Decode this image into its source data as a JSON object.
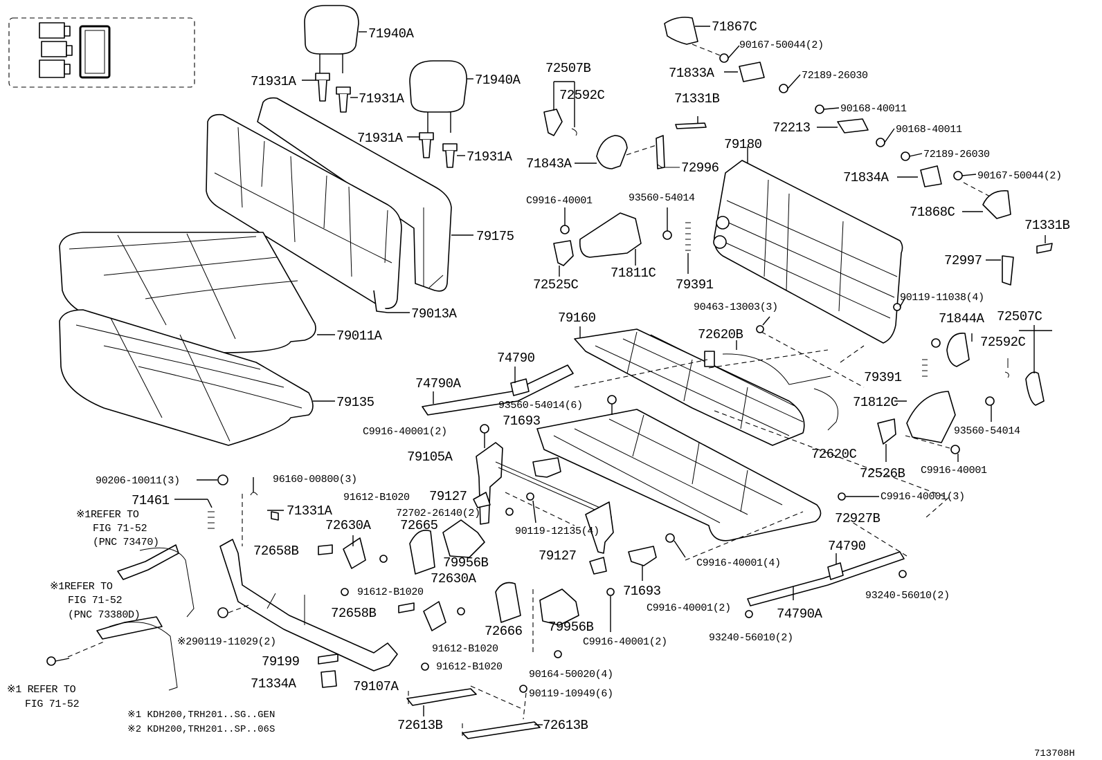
{
  "diagram_ref": "713708H",
  "labels": {
    "hr1": "71940A",
    "hr2": "71940A",
    "g1": "71931A",
    "g2": "71931A",
    "g3": "71931A",
    "g4": "71931A",
    "back_cover": "79175",
    "back_tab": "79013A",
    "cushion_cover": "79011A",
    "cushion_pad": "79135",
    "c_72507B": "72507B",
    "c_72592C": "72592C",
    "c_71843A": "71843A",
    "c_72996": "72996",
    "c_71867C": "71867C",
    "c_90167a": "90167-50044(2)",
    "c_71833A": "71833A",
    "c_72189a": "72189-26030",
    "c_71331B_a": "71331B",
    "c_90168a": "90168-40011",
    "c_72213": "72213",
    "c_90168b": "90168-40011",
    "c_79180": "79180",
    "c_72189b": "72189-26030",
    "c_71834A": "71834A",
    "c_90167b": "90167-50044(2)",
    "c_71868C": "71868C",
    "c_71331B_b": "71331B",
    "c_72997": "72997",
    "c_90119_11038": "90119-11038(4)",
    "c_C9916_a": "C9916-40001",
    "c_93560_a": "93560-54014",
    "c_72525C": "72525C",
    "c_71811C": "71811C",
    "c_79391_a": "79391",
    "c_90463": "90463-13003(3)",
    "c_79160": "79160",
    "c_72620B": "72620B",
    "c_71844A": "71844A",
    "c_72507C": "72507C",
    "c_72592C_b": "72592C",
    "c_79391_b": "79391",
    "c_74790_a": "74790",
    "c_74790A_a": "74790A",
    "c_93560_6": "93560-54014(6)",
    "c_71693_a": "71693",
    "c_C9916_2a": "C9916-40001(2)",
    "c_71812C": "71812C",
    "c_93560_b": "93560-54014",
    "c_72620C": "72620C",
    "c_72526B": "72526B",
    "c_C9916_b": "C9916-40001",
    "c_79105A": "79105A",
    "c_90206": "90206-10011(3)",
    "c_96160": "96160-00800(3)",
    "c_71461": "71461",
    "c_71331A": "71331A",
    "c_91612_a": "91612-B1020",
    "c_79127_a": "79127",
    "c_72702": "72702-26140(2)",
    "c_72630A_a": "72630A",
    "c_72665": "72665",
    "c_90119_12135": "90119-12135(4)",
    "c_C9916_3": "C9916-40001(3)",
    "c_72927B": "72927B",
    "c_72658B_a": "72658B",
    "c_79956B_a": "79956B",
    "c_79127_b": "79127",
    "c_C9916_4": "C9916-40001(4)",
    "c_91612_b": "91612-B1020",
    "c_72630A_b": "72630A",
    "c_71693_b": "71693",
    "c_74790_b": "74790",
    "c_72658B_b": "72658B",
    "c_72666": "72666",
    "c_79956B_b": "79956B",
    "c_C9916_2b": "C9916-40001(2)",
    "c_93240_a": "93240-56010(2)",
    "c_74790A_b": "74790A",
    "c_C9916_2c": "C9916-40001(2)",
    "c_90119_11029": "※290119-11029(2)",
    "c_91612_c": "91612-B1020",
    "c_93240_b": "93240-56010(2)",
    "c_79199": "79199",
    "c_91612_d": "91612-B1020",
    "c_90164": "90164-50020(4)",
    "c_71334A": "71334A",
    "c_79107A": "79107A",
    "c_90119_10949": "90119-10949(6)",
    "c_72613B_a": "72613B",
    "c_72613B_b": "72613B"
  },
  "refs": {
    "r1": [
      "※1REFER TO",
      "FIG 71-52",
      "(PNC 73470)"
    ],
    "r2": [
      "※1REFER TO",
      "FIG 71-52",
      "(PNC 73380D)"
    ],
    "r3": [
      "※1 REFER TO",
      "FIG 71-52"
    ]
  },
  "footnotes": [
    "※1 KDH200,TRH201..SG..GEN",
    "※2 KDH200,TRH201..SP..06S"
  ]
}
